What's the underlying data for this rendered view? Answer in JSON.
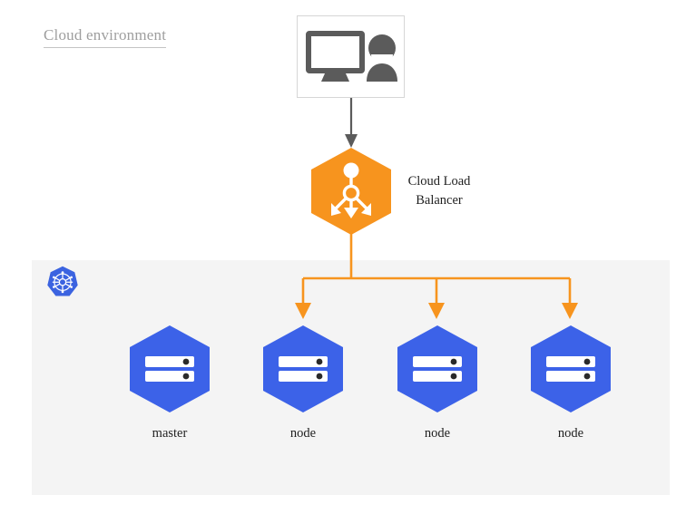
{
  "diagram": {
    "title": "Cloud environment",
    "colors": {
      "orange": "#F7941E",
      "blue": "#3C62E8",
      "gray_icon": "#5B5B5B",
      "panel_bg": "#F4F4F4",
      "box_border": "#D6D6D6",
      "title_text": "#9E9E9E",
      "label_text": "#1F1F1F",
      "k8s_blue": "#3B63E0",
      "arrow_gray": "#5B5B5B"
    }
  },
  "client": {
    "icon_monitor": "monitor-icon",
    "icon_user": "user-icon"
  },
  "load_balancer": {
    "label_line1": "Cloud Load",
    "label_line2": "Balancer",
    "icon": "load-balancer-distribute-icon",
    "shape": "hexagon"
  },
  "cluster": {
    "platform_logo": "kubernetes-logo",
    "nodes": [
      {
        "label": "master",
        "icon": "server-rack-icon",
        "role": "master"
      },
      {
        "label": "node",
        "icon": "server-rack-icon",
        "role": "worker"
      },
      {
        "label": "node",
        "icon": "server-rack-icon",
        "role": "worker"
      },
      {
        "label": "node",
        "icon": "server-rack-icon",
        "role": "worker"
      }
    ]
  },
  "connectors": {
    "client_to_lb": "arrow-down-gray",
    "lb_to_nodes": "orange-fan-out-arrows"
  }
}
